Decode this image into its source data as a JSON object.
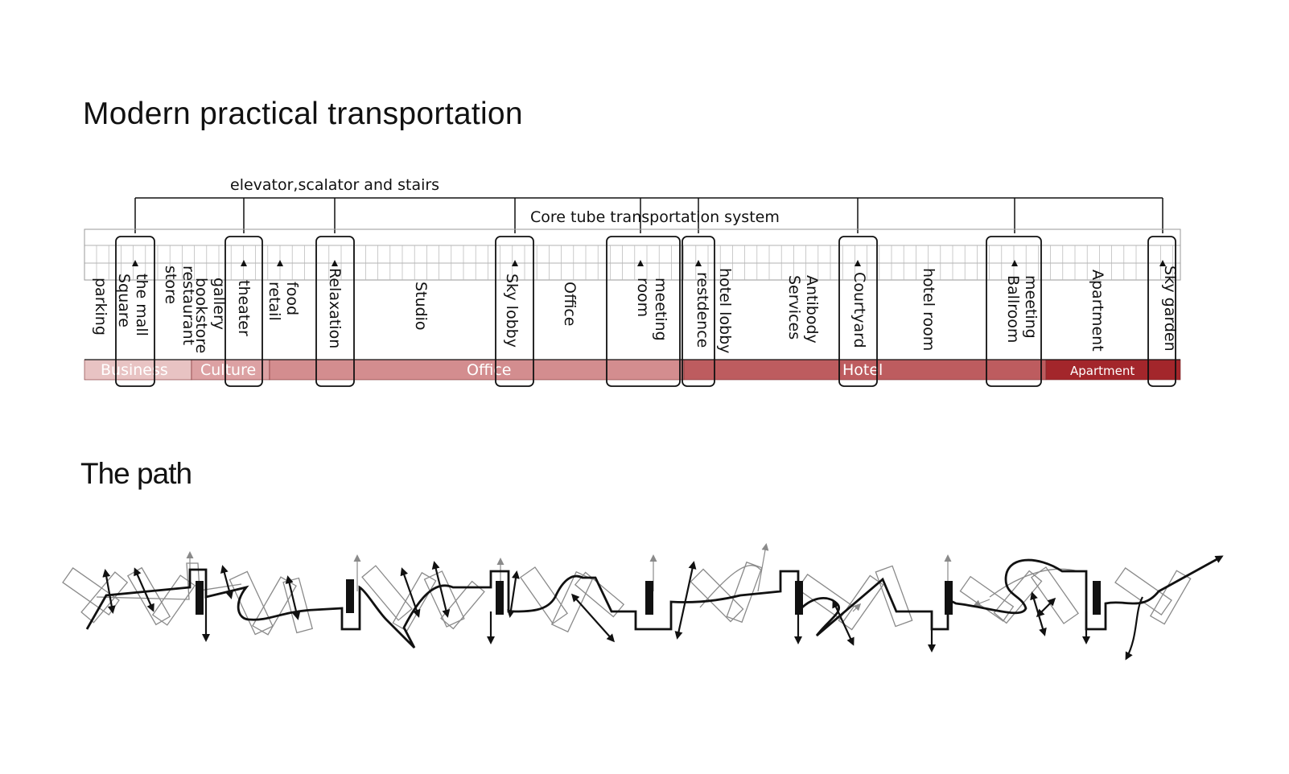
{
  "title": "Modern practical transportation",
  "subtitle": "The path",
  "labels": {
    "elevator": "elevator,scalator and stairs",
    "core": "Core tube transportation system"
  },
  "zones": [
    {
      "name": "Business",
      "color": "#e8c3c3"
    },
    {
      "name": "Culture",
      "color": "#dca1a3"
    },
    {
      "name": "Office",
      "color": "#d38d8f"
    },
    {
      "name": "Hotel",
      "color": "#bd5c5f"
    },
    {
      "name": "Apartment",
      "color": "#a3262b"
    }
  ],
  "functions": [
    "parking",
    "the mall Square",
    "restaurant store",
    "gallery bookstore",
    "theater",
    "food retail",
    "Relaxation",
    "Studio",
    "Sky lobby",
    "Office",
    "meeting room",
    "restdence",
    "hotel lobby",
    "Antibody Services",
    "Courtyard",
    "hotel room",
    "meeting Ballroom",
    "Apartment",
    "Sky garden"
  ],
  "colors": {
    "line": "#111111",
    "grid": "#9a9a9a",
    "path_gray": "#8a8a8a"
  }
}
